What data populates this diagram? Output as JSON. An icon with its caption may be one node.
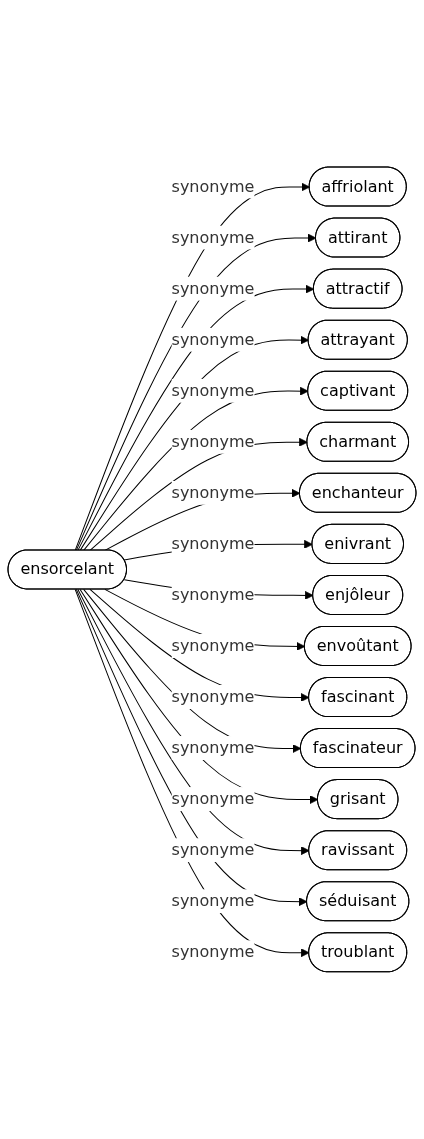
{
  "diagram": {
    "nodes": [
      {
        "text": [
          "ensorcelant"
        ]
      },
      {
        "text": [
          "affriolant"
        ]
      },
      {
        "text": [
          "attirant"
        ]
      },
      {
        "text": [
          "attractif"
        ]
      },
      {
        "text": [
          "attrayant"
        ]
      },
      {
        "text": [
          "captivant"
        ]
      },
      {
        "text": [
          "charmant"
        ]
      },
      {
        "text": [
          "enchanteur"
        ]
      },
      {
        "text": [
          "enivrant"
        ]
      },
      {
        "text": [
          "enjôleur"
        ]
      },
      {
        "text": [
          "envoûtant"
        ]
      },
      {
        "text": [
          "fascinant"
        ]
      },
      {
        "text": [
          "fascinateur"
        ]
      },
      {
        "text": [
          "grisant"
        ]
      },
      {
        "text": [
          "ravissant"
        ]
      },
      {
        "text": [
          "séduisant"
        ]
      },
      {
        "text": [
          "troublant"
        ]
      }
    ],
    "edges": [
      {
        "from": 0,
        "to": 1,
        "arrow": "to",
        "label": "synonyme"
      },
      {
        "from": 0,
        "to": 2,
        "arrow": "to",
        "label": "synonyme"
      },
      {
        "from": 0,
        "to": 3,
        "arrow": "to",
        "label": "synonyme"
      },
      {
        "from": 0,
        "to": 4,
        "arrow": "to",
        "label": "synonyme"
      },
      {
        "from": 0,
        "to": 5,
        "arrow": "to",
        "label": "synonyme"
      },
      {
        "from": 0,
        "to": 6,
        "arrow": "to",
        "label": "synonyme"
      },
      {
        "from": 0,
        "to": 7,
        "arrow": "to",
        "label": "synonyme"
      },
      {
        "from": 0,
        "to": 8,
        "arrow": "to",
        "label": "synonyme"
      },
      {
        "from": 0,
        "to": 9,
        "arrow": "to",
        "label": "synonyme"
      },
      {
        "from": 0,
        "to": 10,
        "arrow": "to",
        "label": "synonyme"
      },
      {
        "from": 0,
        "to": 11,
        "arrow": "to",
        "label": "synonyme"
      },
      {
        "from": 0,
        "to": 12,
        "arrow": "to",
        "label": "synonyme"
      },
      {
        "from": 0,
        "to": 13,
        "arrow": "to",
        "label": "synonyme"
      },
      {
        "from": 0,
        "to": 14,
        "arrow": "to",
        "label": "synonyme"
      },
      {
        "from": 0,
        "to": 15,
        "arrow": "to",
        "label": "synonyme"
      },
      {
        "from": 0,
        "to": 16,
        "arrow": "to",
        "label": "synonyme"
      }
    ]
  }
}
